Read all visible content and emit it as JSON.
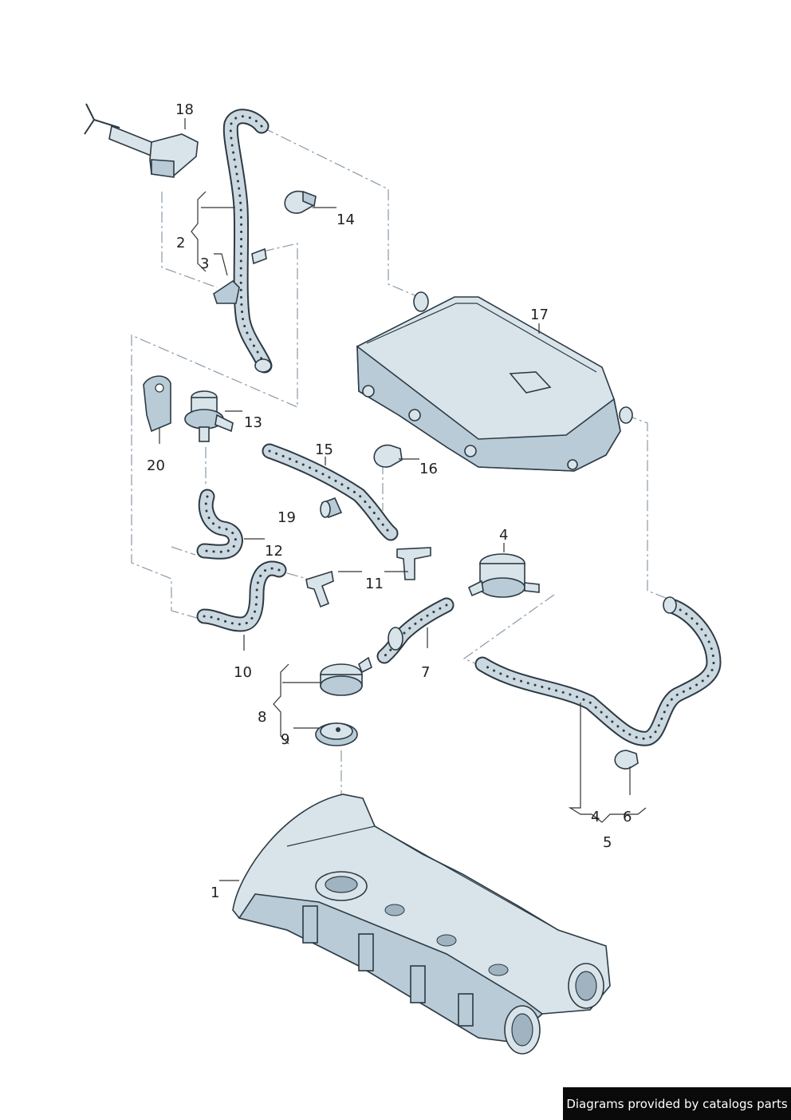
{
  "footer": {
    "text": "Diagrams provided by catalogs parts"
  },
  "labels": {
    "l1": "1",
    "l2": "2",
    "l3": "3",
    "l4a": "4",
    "l4b": "4",
    "l5": "5",
    "l6": "6",
    "l7": "7",
    "l8": "8",
    "l9": "9",
    "l10": "10",
    "l11": "11",
    "l12": "12",
    "l13": "13",
    "l14": "14",
    "l15": "15",
    "l16": "16",
    "l17": "17",
    "l18": "18",
    "l19": "19",
    "l20": "20"
  }
}
